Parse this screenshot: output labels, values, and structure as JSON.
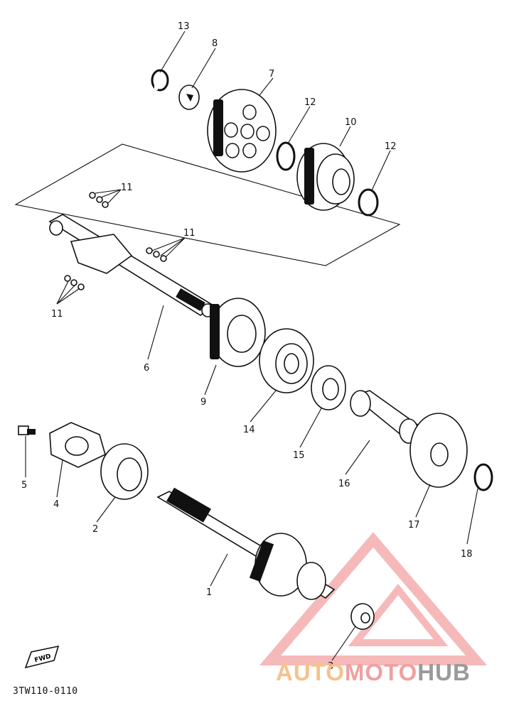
{
  "callouts": [
    "1",
    "2",
    "3",
    "4",
    "5",
    "6",
    "7",
    "8",
    "9",
    "10",
    "11",
    "12",
    "13",
    "14",
    "15",
    "16",
    "17",
    "18"
  ],
  "part_code": "3TW110-0110",
  "fwd_label": "FWD",
  "brand": {
    "part1": "AUTO",
    "part2": "MOTO",
    "part3": "HUB"
  },
  "colors": {
    "line": "#111111",
    "logo_red": "#f08080",
    "logo_orange": "#f6c28a",
    "logo_gray": "#9a9a9a"
  }
}
